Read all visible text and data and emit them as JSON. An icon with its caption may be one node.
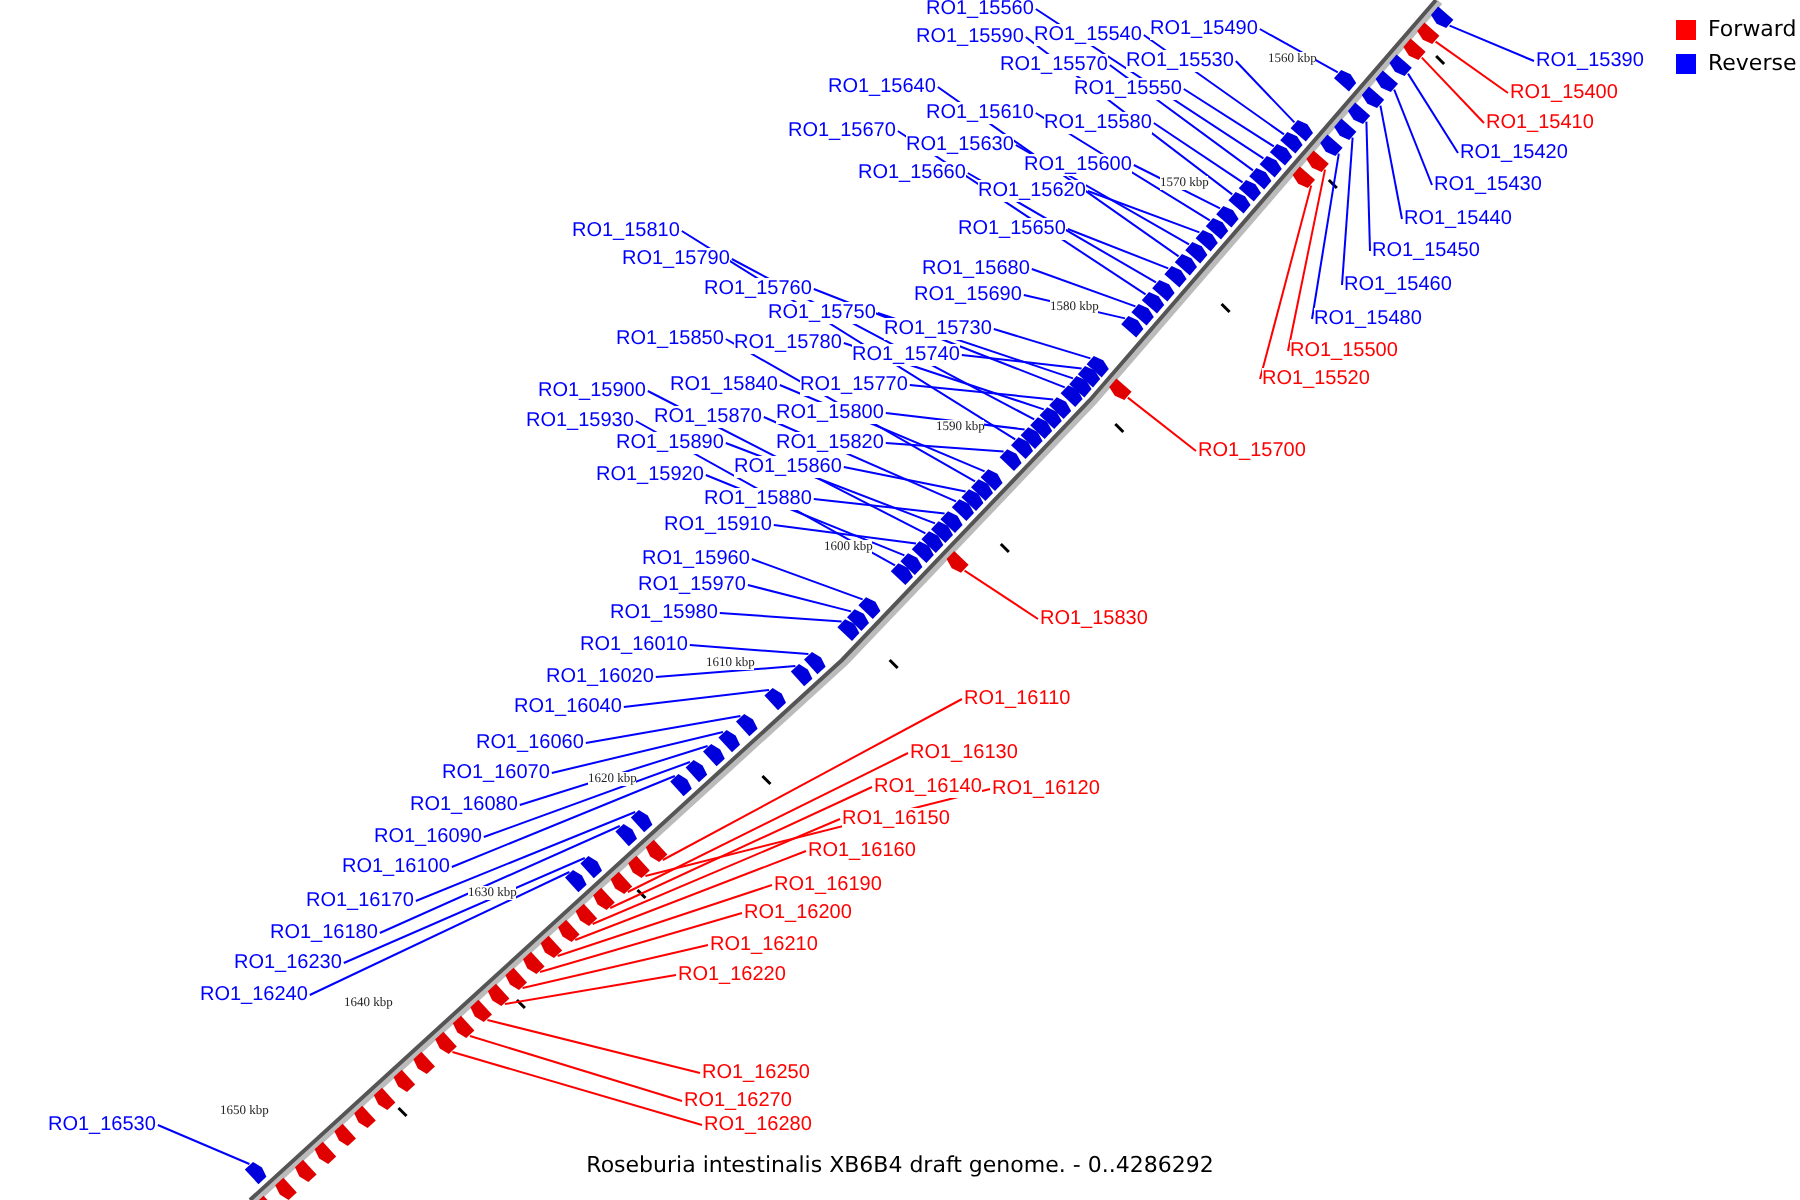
{
  "diagram": {
    "caption": "Roseburia intestinalis XB6B4 draft genome. - 0..4286292",
    "nodes": [
      {
        "text": [
          "RO1_15560"
        ]
      },
      {
        "text": [
          "RO1_15490"
        ]
      },
      {
        "text": [
          "RO1_15540"
        ]
      },
      {
        "text": [
          "RO1_15590"
        ]
      },
      {
        "text": [
          "RO1_15390"
        ]
      },
      {
        "text": [
          "RO1_15530"
        ]
      },
      {
        "text": [
          "RO1_15570"
        ]
      },
      {
        "text": [
          "RO1_15640"
        ]
      },
      {
        "text": [
          "RO1_15550"
        ]
      },
      {
        "text": [
          "RO1_15400"
        ]
      },
      {
        "text": [
          "RO1_15610"
        ]
      },
      {
        "text": [
          "RO1_15410"
        ]
      },
      {
        "text": [
          "RO1_15580"
        ]
      },
      {
        "text": [
          "RO1_15670"
        ]
      },
      {
        "text": [
          "RO1_15630"
        ]
      },
      {
        "text": [
          "RO1_15420"
        ]
      },
      {
        "text": [
          "RO1_15600"
        ]
      },
      {
        "text": [
          "RO1_15660"
        ]
      },
      {
        "text": [
          "RO1_15430"
        ]
      },
      {
        "text": [
          "RO1_15620"
        ]
      },
      {
        "text": [
          "RO1_15440"
        ]
      },
      {
        "text": [
          "RO1_15650"
        ]
      },
      {
        "text": [
          "RO1_15810"
        ]
      },
      {
        "text": [
          "RO1_15450"
        ]
      },
      {
        "text": [
          "RO1_15790"
        ]
      },
      {
        "text": [
          "RO1_15680"
        ]
      },
      {
        "text": [
          "RO1_15460"
        ]
      },
      {
        "text": [
          "RO1_15760"
        ]
      },
      {
        "text": [
          "RO1_15690"
        ]
      },
      {
        "text": [
          "RO1_15750"
        ]
      },
      {
        "text": [
          "RO1_15480"
        ]
      },
      {
        "text": [
          "RO1_15730"
        ]
      },
      {
        "text": [
          "RO1_15850"
        ]
      },
      {
        "text": [
          "RO1_15780"
        ]
      },
      {
        "text": [
          "RO1_15500"
        ]
      },
      {
        "text": [
          "RO1_15740"
        ]
      },
      {
        "text": [
          "RO1_15520"
        ]
      },
      {
        "text": [
          "RO1_15840"
        ]
      },
      {
        "text": [
          "RO1_15770"
        ]
      },
      {
        "text": [
          "RO1_15900"
        ]
      },
      {
        "text": [
          "RO1_15800"
        ]
      },
      {
        "text": [
          "RO1_15870"
        ]
      },
      {
        "text": [
          "RO1_15930"
        ]
      },
      {
        "text": [
          "RO1_15890"
        ]
      },
      {
        "text": [
          "RO1_15820"
        ]
      },
      {
        "text": [
          "RO1_15700"
        ]
      },
      {
        "text": [
          "RO1_15860"
        ]
      },
      {
        "text": [
          "RO1_15920"
        ]
      },
      {
        "text": [
          "RO1_15880"
        ]
      },
      {
        "text": [
          "RO1_15910"
        ]
      },
      {
        "text": [
          "RO1_15960"
        ]
      },
      {
        "text": [
          "RO1_15970"
        ]
      },
      {
        "text": [
          "RO1_15980"
        ]
      },
      {
        "text": [
          "RO1_15830"
        ]
      },
      {
        "text": [
          "RO1_16010"
        ]
      },
      {
        "text": [
          "RO1_16020"
        ]
      },
      {
        "text": [
          "RO1_16110"
        ]
      },
      {
        "text": [
          "RO1_16040"
        ]
      },
      {
        "text": [
          "RO1_16060"
        ]
      },
      {
        "text": [
          "RO1_16130"
        ]
      },
      {
        "text": [
          "RO1_16070"
        ]
      },
      {
        "text": [
          "RO1_16140"
        ]
      },
      {
        "text": [
          "RO1_16120"
        ]
      },
      {
        "text": [
          "RO1_16080"
        ]
      },
      {
        "text": [
          "RO1_16150"
        ]
      },
      {
        "text": [
          "RO1_16090"
        ]
      },
      {
        "text": [
          "RO1_16160"
        ]
      },
      {
        "text": [
          "RO1_16100"
        ]
      },
      {
        "text": [
          "RO1_16190"
        ]
      },
      {
        "text": [
          "RO1_16170"
        ]
      },
      {
        "text": [
          "RO1_16200"
        ]
      },
      {
        "text": [
          "RO1_16180"
        ]
      },
      {
        "text": [
          "RO1_16210"
        ]
      },
      {
        "text": [
          "RO1_16230"
        ]
      },
      {
        "text": [
          "RO1_16220"
        ]
      },
      {
        "text": [
          "RO1_16240"
        ]
      },
      {
        "text": [
          "RO1_16250"
        ]
      },
      {
        "text": [
          "RO1_16270"
        ]
      },
      {
        "text": [
          "RO1_16280"
        ]
      },
      {
        "text": [
          "RO1_16530"
        ]
      },
      {
        "text": [],
        "shape": "pentagon"
      },
      {
        "text": [],
        "shape": "pentagon"
      },
      {
        "text": [],
        "shape": "pentagon"
      },
      {
        "text": [],
        "shape": "pentagon"
      },
      {
        "text": [],
        "shape": "pentagon"
      },
      {
        "text": [],
        "shape": "pentagon"
      },
      {
        "text": [],
        "shape": "pentagon"
      },
      {
        "text": [],
        "shape": "pentagon"
      },
      {
        "text": [],
        "shape": "pentagon"
      },
      {
        "text": [],
        "shape": "pentagon"
      },
      {
        "text": [],
        "shape": "pentagon"
      },
      {
        "text": [],
        "shape": "pentagon"
      },
      {
        "text": [],
        "shape": "pentagon"
      },
      {
        "text": [],
        "shape": "pentagon"
      },
      {
        "text": [],
        "shape": "pentagon"
      },
      {
        "text": [],
        "shape": "pentagon"
      },
      {
        "text": [],
        "shape": "pentagon"
      },
      {
        "text": [],
        "shape": "pentagon"
      },
      {
        "text": [],
        "shape": "pentagon"
      },
      {
        "text": [],
        "shape": "pentagon"
      },
      {
        "text": [],
        "shape": "pentagon"
      },
      {
        "text": [],
        "shape": "pentagon"
      },
      {
        "text": [],
        "shape": "pentagon"
      },
      {
        "text": [],
        "shape": "pentagon"
      },
      {
        "text": [],
        "shape": "pentagon"
      },
      {
        "text": [],
        "shape": "pentagon"
      },
      {
        "text": [],
        "shape": "pentagon"
      },
      {
        "text": [],
        "shape": "pentagon"
      },
      {
        "text": [],
        "shape": "pentagon"
      },
      {
        "text": [],
        "shape": "pentagon"
      },
      {
        "text": [],
        "shape": "pentagon"
      },
      {
        "text": [],
        "shape": "pentagon"
      },
      {
        "text": [],
        "shape": "pentagon"
      },
      {
        "text": [],
        "shape": "pentagon"
      },
      {
        "text": [],
        "shape": "pentagon"
      },
      {
        "text": [],
        "shape": "pentagon"
      },
      {
        "text": [],
        "shape": "pentagon"
      },
      {
        "text": [],
        "shape": "pentagon"
      },
      {
        "text": [],
        "shape": "pentagon"
      },
      {
        "text": [],
        "shape": "pentagon"
      },
      {
        "text": [],
        "shape": "pentagon"
      },
      {
        "text": [],
        "shape": "pentagon"
      },
      {
        "text": [],
        "shape": "pentagon"
      },
      {
        "text": [],
        "shape": "pentagon"
      },
      {
        "text": [],
        "shape": "pentagon"
      },
      {
        "text": [],
        "shape": "pentagon"
      },
      {
        "text": [],
        "shape": "pentagon"
      },
      {
        "text": [],
        "shape": "pentagon"
      },
      {
        "text": [],
        "shape": "pentagon"
      },
      {
        "text": [],
        "shape": "pentagon"
      },
      {
        "text": [],
        "shape": "pentagon"
      },
      {
        "text": [],
        "shape": "pentagon"
      },
      {
        "text": [],
        "shape": "pentagon"
      },
      {
        "text": [],
        "shape": "pentagon"
      },
      {
        "text": [],
        "shape": "pentagon"
      },
      {
        "text": [],
        "shape": "pentagon"
      },
      {
        "text": [],
        "shape": "pentagon"
      },
      {
        "text": [],
        "shape": "pentagon"
      },
      {
        "text": [],
        "shape": "pentagon"
      },
      {
        "text": [],
        "shape": "pentagon"
      },
      {
        "text": [],
        "shape": "pentagon"
      },
      {
        "text": [],
        "shape": "pentagon"
      },
      {
        "text": [],
        "shape": "pentagon"
      },
      {
        "text": [],
        "shape": "pentagon"
      },
      {
        "text": [],
        "shape": "pentagon"
      },
      {
        "text": [],
        "shape": "pentagon"
      },
      {
        "text": [],
        "shape": "pentagon"
      },
      {
        "text": [],
        "shape": "pentagon"
      },
      {
        "text": [],
        "shape": "pentagon"
      },
      {
        "text": [],
        "shape": "pentagon"
      },
      {
        "text": [],
        "shape": "pentagon"
      },
      {
        "text": [],
        "shape": "pentagon"
      },
      {
        "text": [],
        "shape": "pentagon"
      },
      {
        "text": [],
        "shape": "pentagon"
      },
      {
        "text": [],
        "shape": "pentagon"
      },
      {
        "text": [],
        "shape": "pentagon"
      },
      {
        "text": [],
        "shape": "pentagon"
      },
      {
        "text": [],
        "shape": "pentagon"
      },
      {
        "text": [],
        "shape": "pentagon"
      },
      {
        "text": [],
        "shape": "pentagon"
      },
      {
        "text": [],
        "shape": "pentagon"
      },
      {
        "text": [],
        "shape": "pentagon"
      },
      {
        "text": [],
        "shape": "pentagon"
      },
      {
        "text": [],
        "shape": "pentagon"
      },
      {
        "text": [],
        "shape": "pentagon"
      },
      {
        "text": [],
        "shape": "pentagon"
      },
      {
        "text": [],
        "shape": "pentagon"
      },
      {
        "text": [],
        "shape": "pentagon"
      },
      {
        "text": [],
        "shape": "pentagon"
      }
    ],
    "edges": [
      {
        "from": 0,
        "to": 80,
        "arrow": "none"
      },
      {
        "from": 1,
        "to": 81,
        "arrow": "none"
      },
      {
        "from": 2,
        "to": 82,
        "arrow": "none"
      },
      {
        "from": 3,
        "to": 83,
        "arrow": "none"
      },
      {
        "from": 4,
        "to": 84,
        "arrow": "none"
      },
      {
        "from": 5,
        "to": 85,
        "arrow": "none"
      },
      {
        "from": 6,
        "to": 86,
        "arrow": "none"
      },
      {
        "from": 7,
        "to": 87,
        "arrow": "none"
      },
      {
        "from": 8,
        "to": 88,
        "arrow": "none"
      },
      {
        "from": 9,
        "to": 89,
        "arrow": "none",
        "color": "#ff0000"
      },
      {
        "from": 10,
        "to": 90,
        "arrow": "none"
      },
      {
        "from": 11,
        "to": 91,
        "arrow": "none",
        "color": "#ff0000"
      },
      {
        "from": 12,
        "to": 92,
        "arrow": "none"
      },
      {
        "from": 13,
        "to": 93,
        "arrow": "none"
      },
      {
        "from": 14,
        "to": 94,
        "arrow": "none"
      },
      {
        "from": 15,
        "to": 95,
        "arrow": "none"
      },
      {
        "from": 16,
        "to": 96,
        "arrow": "none"
      },
      {
        "from": 17,
        "to": 97,
        "arrow": "none"
      },
      {
        "from": 18,
        "to": 98,
        "arrow": "none"
      },
      {
        "from": 19,
        "to": 99,
        "arrow": "none"
      },
      {
        "from": 20,
        "to": 100,
        "arrow": "none"
      },
      {
        "from": 21,
        "to": 101,
        "arrow": "none"
      },
      {
        "from": 22,
        "to": 102,
        "arrow": "none"
      },
      {
        "from": 23,
        "to": 103,
        "arrow": "none"
      },
      {
        "from": 24,
        "to": 104,
        "arrow": "none"
      },
      {
        "from": 25,
        "to": 105,
        "arrow": "none"
      },
      {
        "from": 26,
        "to": 106,
        "arrow": "none"
      },
      {
        "from": 27,
        "to": 107,
        "arrow": "none"
      },
      {
        "from": 28,
        "to": 108,
        "arrow": "none"
      },
      {
        "from": 29,
        "to": 109,
        "arrow": "none"
      },
      {
        "from": 30,
        "to": 110,
        "arrow": "none"
      },
      {
        "from": 31,
        "to": 111,
        "arrow": "none"
      },
      {
        "from": 32,
        "to": 112,
        "arrow": "none"
      },
      {
        "from": 33,
        "to": 113,
        "arrow": "none"
      },
      {
        "from": 34,
        "to": 114,
        "arrow": "none",
        "color": "#ff0000"
      },
      {
        "from": 35,
        "to": 115,
        "arrow": "none"
      },
      {
        "from": 36,
        "to": 116,
        "arrow": "none",
        "color": "#ff0000"
      },
      {
        "from": 37,
        "to": 117,
        "arrow": "none"
      },
      {
        "from": 38,
        "to": 118,
        "arrow": "none"
      },
      {
        "from": 39,
        "to": 119,
        "arrow": "none"
      },
      {
        "from": 40,
        "to": 120,
        "arrow": "none"
      },
      {
        "from": 41,
        "to": 121,
        "arrow": "none"
      },
      {
        "from": 42,
        "to": 122,
        "arrow": "none"
      },
      {
        "from": 43,
        "to": 123,
        "arrow": "none"
      },
      {
        "from": 44,
        "to": 124,
        "arrow": "none"
      },
      {
        "from": 45,
        "to": 125,
        "arrow": "none",
        "color": "#ff0000"
      },
      {
        "from": 46,
        "to": 126,
        "arrow": "none"
      },
      {
        "from": 47,
        "to": 127,
        "arrow": "none"
      },
      {
        "from": 48,
        "to": 128,
        "arrow": "none"
      },
      {
        "from": 49,
        "to": 129,
        "arrow": "none"
      },
      {
        "from": 50,
        "to": 130,
        "arrow": "none"
      },
      {
        "from": 51,
        "to": 131,
        "arrow": "none"
      },
      {
        "from": 52,
        "to": 132,
        "arrow": "none"
      },
      {
        "from": 53,
        "to": 133,
        "arrow": "none",
        "color": "#ff0000"
      },
      {
        "from": 54,
        "to": 134,
        "arrow": "none"
      },
      {
        "from": 55,
        "to": 135,
        "arrow": "none"
      },
      {
        "from": 56,
        "to": 136,
        "arrow": "none",
        "color": "#ff0000"
      },
      {
        "from": 57,
        "to": 137,
        "arrow": "none"
      },
      {
        "from": 58,
        "to": 138,
        "arrow": "none"
      },
      {
        "from": 59,
        "to": 139,
        "arrow": "none",
        "color": "#ff0000"
      },
      {
        "from": 60,
        "to": 140,
        "arrow": "none"
      },
      {
        "from": 61,
        "to": 141,
        "arrow": "none",
        "color": "#ff0000"
      },
      {
        "from": 62,
        "to": 142,
        "arrow": "none",
        "color": "#ff0000"
      },
      {
        "from": 63,
        "to": 143,
        "arrow": "none"
      },
      {
        "from": 64,
        "to": 144,
        "arrow": "none",
        "color": "#ff0000"
      },
      {
        "from": 65,
        "to": 145,
        "arrow": "none"
      },
      {
        "from": 66,
        "to": 146,
        "arrow": "none",
        "color": "#ff0000"
      },
      {
        "from": 67,
        "to": 147,
        "arrow": "none"
      },
      {
        "from": 68,
        "to": 148,
        "arrow": "none",
        "color": "#ff0000"
      },
      {
        "from": 69,
        "to": 149,
        "arrow": "none"
      },
      {
        "from": 70,
        "to": 150,
        "arrow": "none",
        "color": "#ff0000"
      },
      {
        "from": 71,
        "to": 151,
        "arrow": "none"
      },
      {
        "from": 72,
        "to": 152,
        "arrow": "none",
        "color": "#ff0000"
      },
      {
        "from": 73,
        "to": 153,
        "arrow": "none"
      },
      {
        "from": 74,
        "to": 154,
        "arrow": "none",
        "color": "#ff0000"
      },
      {
        "from": 75,
        "to": 155,
        "arrow": "none"
      },
      {
        "from": 76,
        "to": 156,
        "arrow": "none",
        "color": "#ff0000"
      },
      {
        "from": 77,
        "to": 157,
        "arrow": "none",
        "color": "#ff0000"
      },
      {
        "from": 78,
        "to": 158,
        "arrow": "none",
        "color": "#ff0000"
      },
      {
        "from": 79,
        "to": 159,
        "arrow": "none"
      }
    ],
    "labels": [
      "1560 kbp",
      "1570 kbp",
      "1580 kbp",
      "1590 kbp",
      "1600 kbp",
      "1610 kbp",
      "1620 kbp",
      "1630 kbp",
      "1640 kbp",
      "1650 kbp"
    ],
    "legend": [
      {
        "text": "Forward",
        "color": "#ff0000"
      },
      {
        "text": "Reverse",
        "color": "#0000ff"
      }
    ]
  }
}
